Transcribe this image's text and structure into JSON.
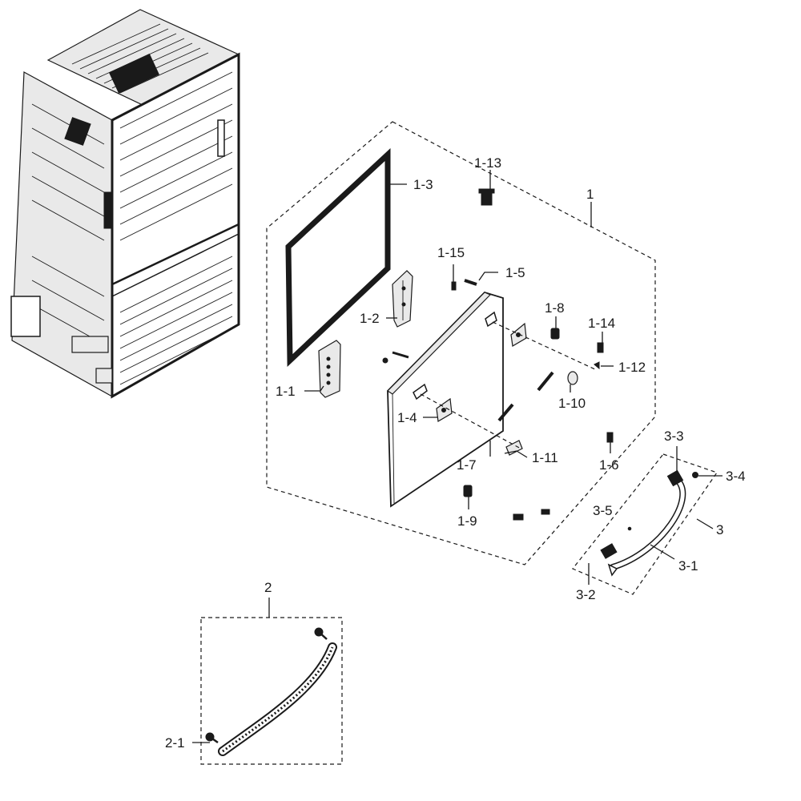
{
  "labels": {
    "l1": "1",
    "l1_1": "1-1",
    "l1_2": "1-2",
    "l1_3": "1-3",
    "l1_4": "1-4",
    "l1_5": "1-5",
    "l1_6": "1-6",
    "l1_7": "1-7",
    "l1_8": "1-8",
    "l1_9": "1-9",
    "l1_10": "1-10",
    "l1_11": "1-11",
    "l1_12": "1-12",
    "l1_13": "1-13",
    "l1_14": "1-14",
    "l1_15": "1-15",
    "l2": "2",
    "l2_1": "2-1",
    "l3": "3",
    "l3_1": "3-1",
    "l3_2": "3-2",
    "l3_3": "3-3",
    "l3_4": "3-4",
    "l3_5": "3-5"
  },
  "colors": {
    "ink": "#1a1a1a",
    "background": "#ffffff"
  }
}
